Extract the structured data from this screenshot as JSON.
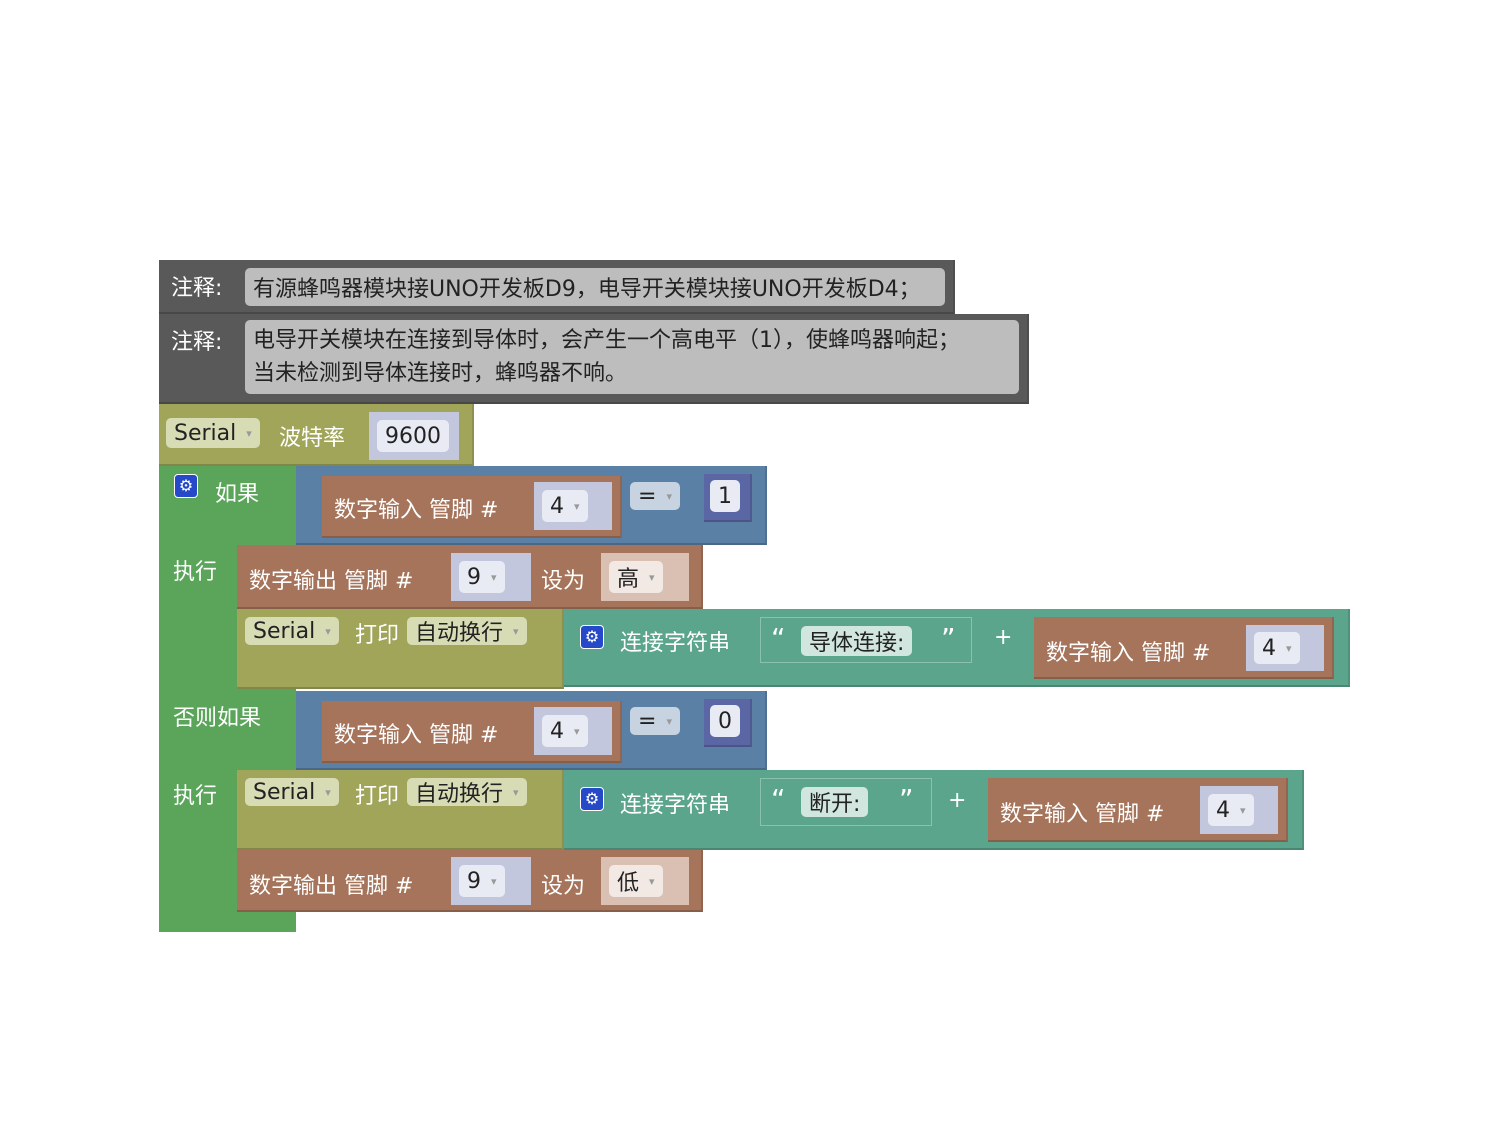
{
  "comments": [
    {
      "label": "注释:",
      "text": "有源蜂鸣器模块接UNO开发板D9，电导开关模块接UNO开发板D4；"
    },
    {
      "label": "注释:",
      "lines": [
        "电导开关模块在连接到导体时，会产生一个高电平（1），使蜂鸣器响起；",
        "当未检测到导体连接时，蜂鸣器不响。"
      ]
    }
  ],
  "serial_begin": {
    "port": "Serial",
    "label": "波特率",
    "baud": "9600"
  },
  "if_block": {
    "if_label": "如果",
    "do_label": "执行",
    "elseif_label": "否则如果",
    "do2_label": "执行"
  },
  "cond1": {
    "label": "数字输入 管脚 #",
    "pin": "4",
    "op": "=",
    "value": "1"
  },
  "cond2": {
    "label": "数字输入 管脚 #",
    "pin": "4",
    "op": "=",
    "value": "0"
  },
  "write_high": {
    "label": "数字输出 管脚 #",
    "pin": "9",
    "set_label": "设为",
    "value": "高"
  },
  "write_low": {
    "label": "数字输出 管脚 #",
    "pin": "9",
    "set_label": "设为",
    "value": "低"
  },
  "print1": {
    "port": "Serial",
    "label": "打印",
    "mode": "自动换行",
    "join_label": "连接字符串",
    "open_q": "“",
    "text": "导体连接:",
    "close_q": "”",
    "plus": "+",
    "read_label": "数字输入 管脚 #",
    "pin": "4"
  },
  "print2": {
    "port": "Serial",
    "label": "打印",
    "mode": "自动换行",
    "join_label": "连接字符串",
    "open_q": "“",
    "text": "断开:",
    "close_q": "”",
    "plus": "+",
    "read_label": "数字输入 管脚 #",
    "pin": "4"
  },
  "colors": {
    "comment": "#595959",
    "serial": "#a0a55a",
    "control": "#5ba55b",
    "logic": "#5b80a5",
    "io": "#a5745b",
    "text": "#5ba58c"
  }
}
